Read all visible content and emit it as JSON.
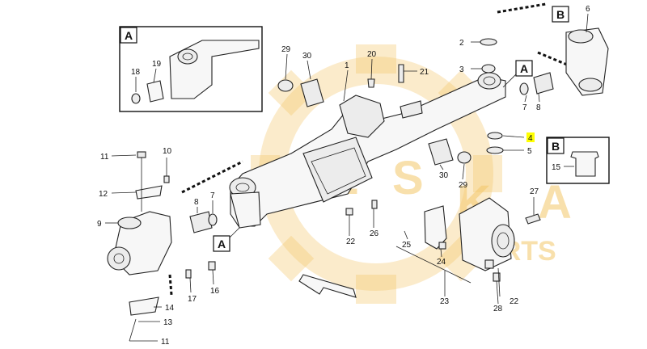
{
  "watermark": {
    "letters": [
      "E",
      "S",
      "K",
      "A"
    ],
    "sub": "PARTS",
    "color": "#f4c76a"
  },
  "inset_a": {
    "tag": "A",
    "labels": [
      "18",
      "19"
    ]
  },
  "inset_b": {
    "tag": "B",
    "labels": [
      "15"
    ]
  },
  "callouts": {
    "c1": "1",
    "c2": "2",
    "c3": "3",
    "c4": "4",
    "c5": "5",
    "c6": "6",
    "c7a": "7",
    "c7b": "7",
    "c8a": "8",
    "c8b": "8",
    "c9": "9",
    "c10": "10",
    "c11a": "11",
    "c11b": "11",
    "c12": "12",
    "c13": "13",
    "c14": "14",
    "c16": "16",
    "c17": "17",
    "c20": "20",
    "c21": "21",
    "c22a": "22",
    "c22b": "22",
    "c23": "23",
    "c24": "24",
    "c25": "25",
    "c26": "26",
    "c27": "27",
    "c28": "28",
    "c29a": "29",
    "c29b": "29",
    "c30a": "30",
    "c30b": "30"
  },
  "section_tags": {
    "a_top": "A",
    "a_bottom": "A",
    "b_top": "B"
  },
  "highlight": {
    "label": "4",
    "color": "#ffff00"
  }
}
